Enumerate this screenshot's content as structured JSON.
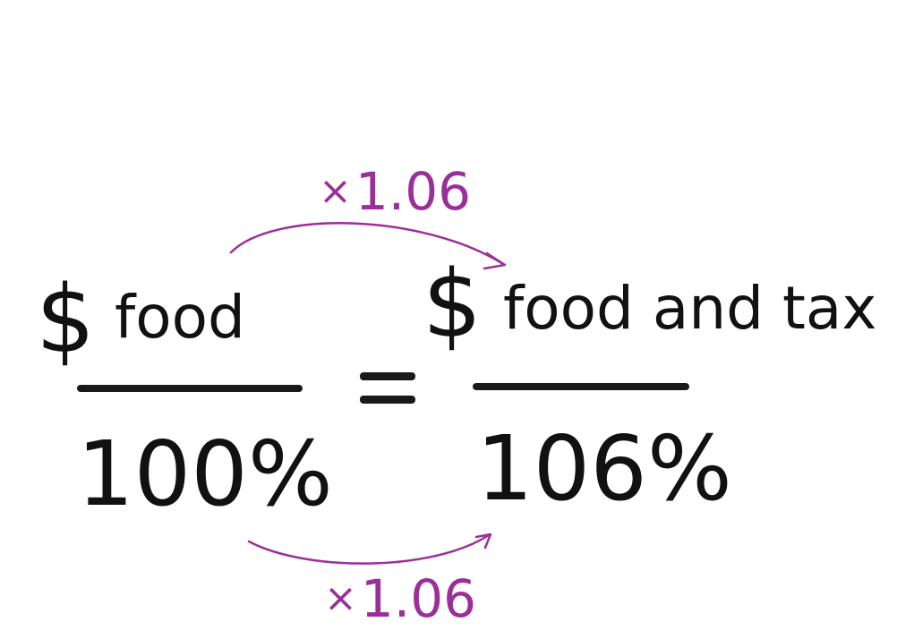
{
  "top_multiplier": {
    "symbol": "×",
    "value": "1.06"
  },
  "bottom_multiplier": {
    "symbol": "×",
    "value": "1.06"
  },
  "left_fraction": {
    "numerator_symbol": "$",
    "numerator_label": "food",
    "denominator": "100%"
  },
  "equals_sign": "=",
  "right_fraction": {
    "numerator_symbol": "$",
    "numerator_label": "food and tax",
    "denominator": "106%"
  },
  "colors": {
    "ink": "#111111",
    "accent": "#9b2f99"
  }
}
